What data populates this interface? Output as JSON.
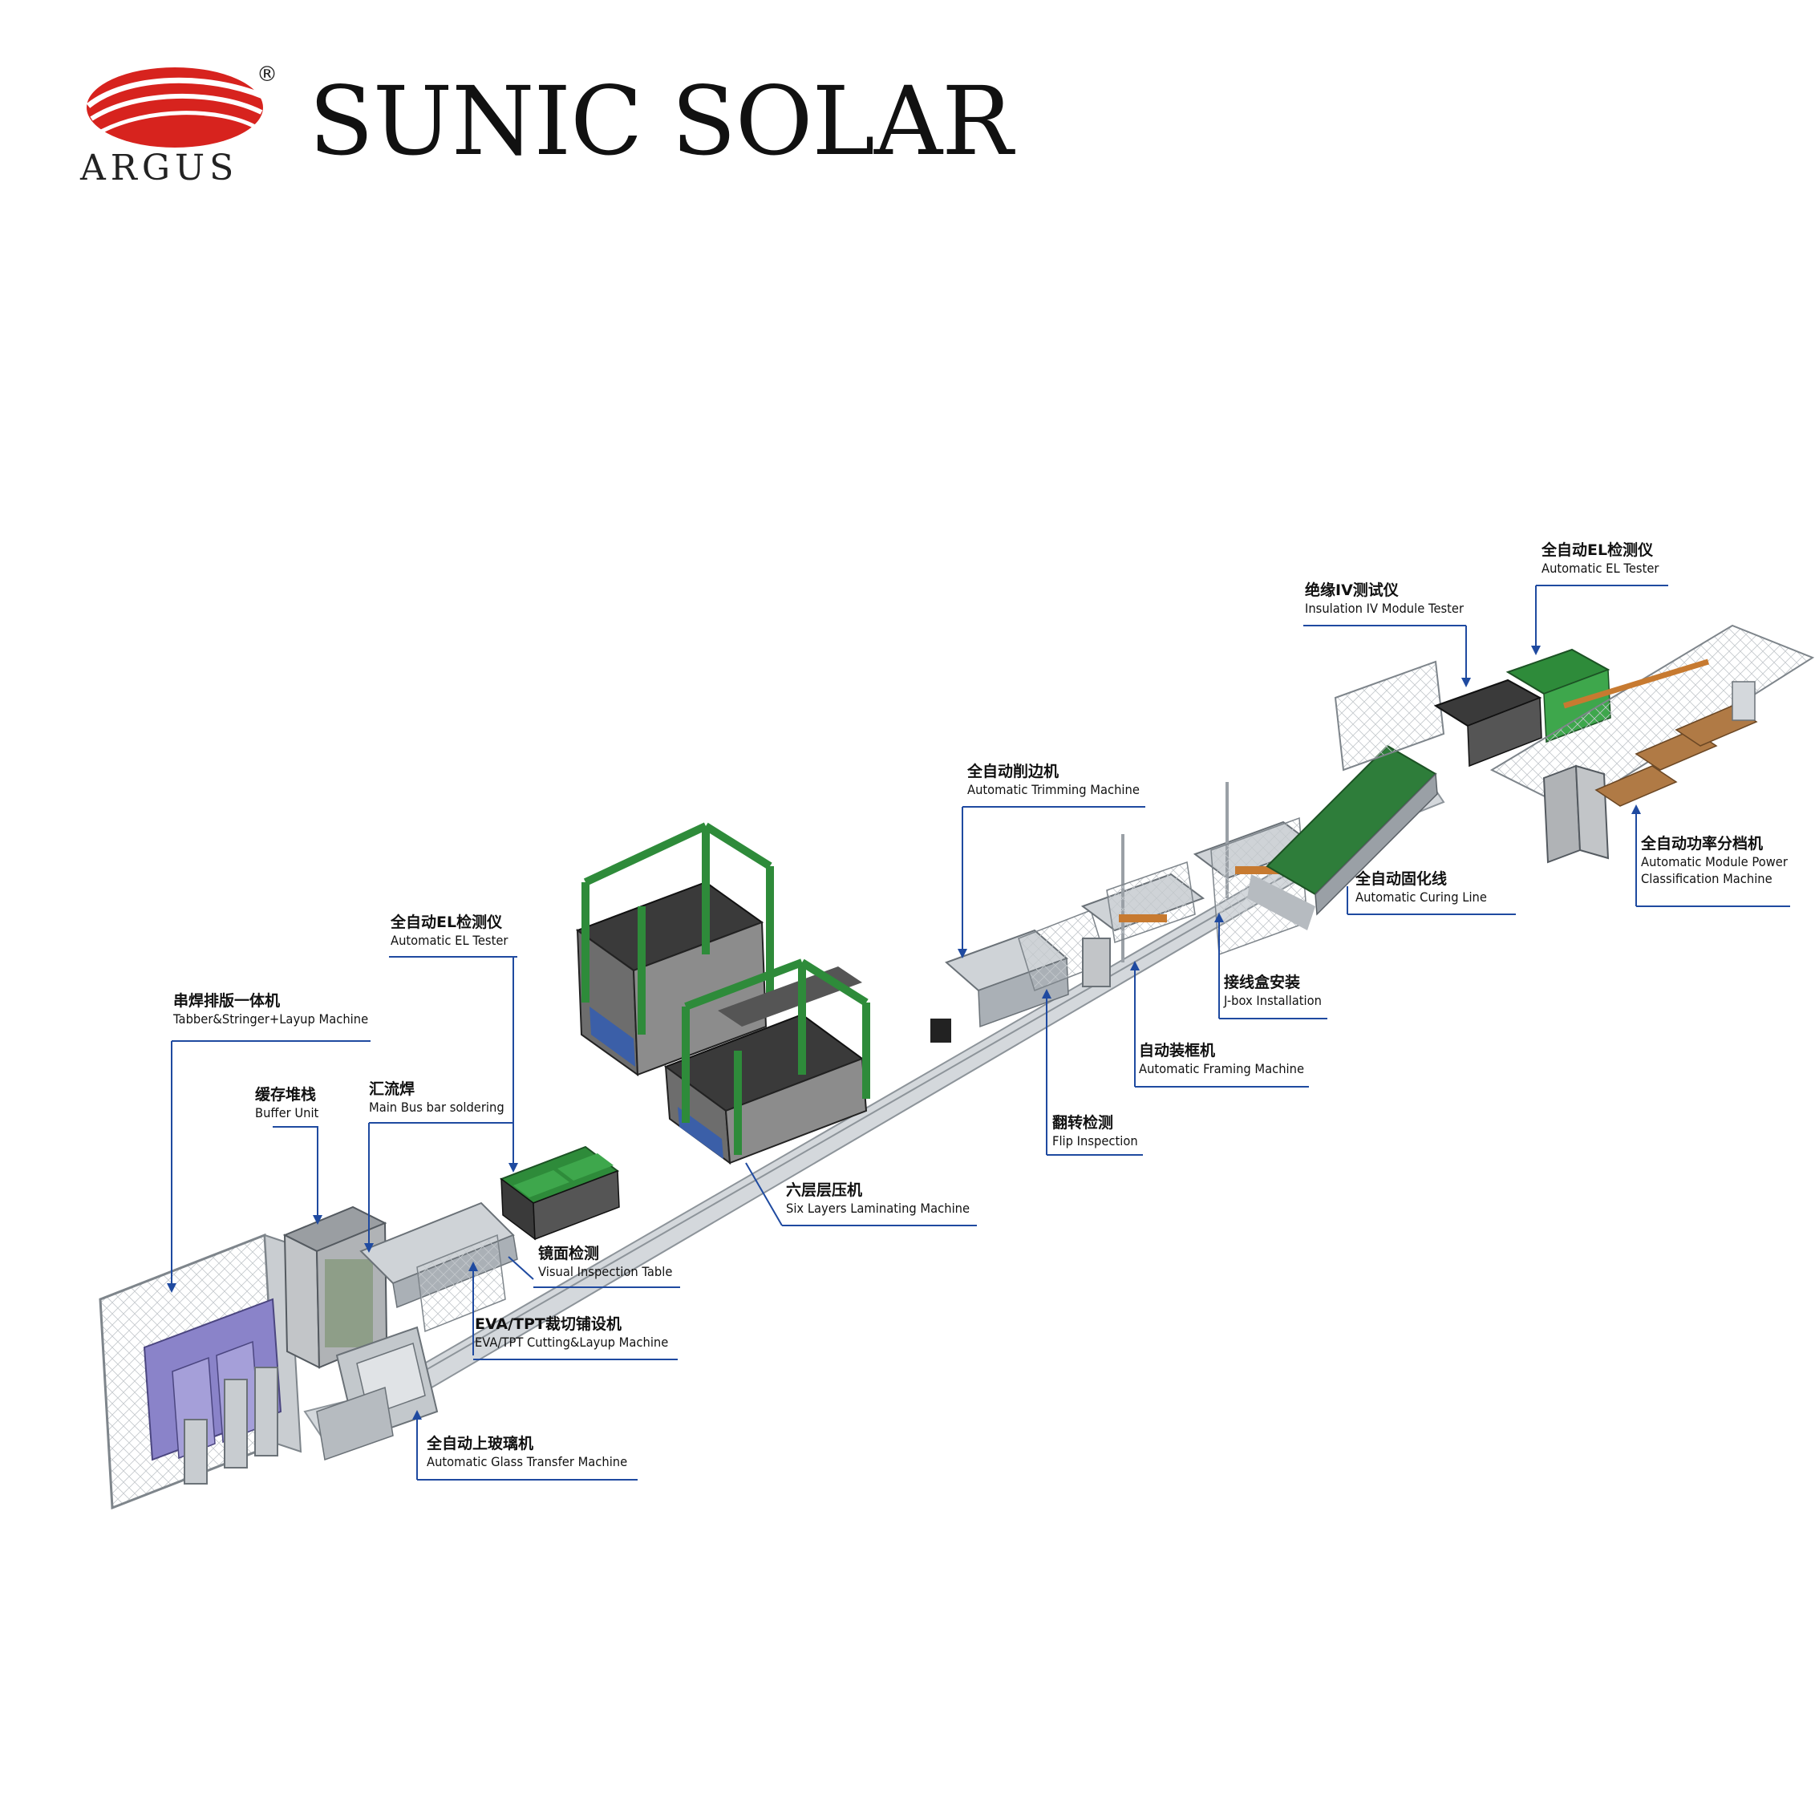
{
  "brand": {
    "title": "SUNIC SOLAR",
    "logo_text": "ARGUS",
    "registered_mark": "®",
    "logo_colors": {
      "primary": "#d7231e",
      "text": "#222222"
    }
  },
  "colors": {
    "leader_line": "#1f4aa0",
    "frame_green": "#2e8b3a",
    "machine_grey": "#8c8c8c",
    "machine_dark": "#3a3a3a",
    "conveyor": "#b9bec4",
    "panel_blue": "#3b5fa8",
    "panel_purple": "#8a83c9",
    "pallet_wood": "#b07a45",
    "fence": "#9aa0a6"
  },
  "stations": [
    {
      "id": "tabber",
      "cn": "串焊排版一体机",
      "en": "Tabber&Stringer+Layup Machine"
    },
    {
      "id": "buffer",
      "cn": "缓存堆栈",
      "en": "Buffer Unit"
    },
    {
      "id": "busbar",
      "cn": "汇流焊",
      "en": "Main Bus bar soldering"
    },
    {
      "id": "el1",
      "cn": "全自动EL检测仪",
      "en": "Automatic EL Tester"
    },
    {
      "id": "visual",
      "cn": "镜面检测",
      "en": "Visual Inspection Table"
    },
    {
      "id": "eva",
      "cn": "EVA/TPT裁切铺设机",
      "en": "EVA/TPT Cutting&Layup Machine"
    },
    {
      "id": "glass",
      "cn": "全自动上玻璃机",
      "en": "Automatic Glass Transfer Machine"
    },
    {
      "id": "laminator",
      "cn": "六层层压机",
      "en": "Six Layers Laminating Machine"
    },
    {
      "id": "trimming",
      "cn": "全自动削边机",
      "en": "Automatic Trimming Machine"
    },
    {
      "id": "flip",
      "cn": "翻转检测",
      "en": "Flip Inspection"
    },
    {
      "id": "framing",
      "cn": "自动装框机",
      "en": "Automatic Framing Machine"
    },
    {
      "id": "jbox",
      "cn": "接线盒安装",
      "en": "J-box Installation"
    },
    {
      "id": "curing",
      "cn": "全自动固化线",
      "en": "Automatic Curing Line"
    },
    {
      "id": "iv",
      "cn": "绝缘IV测试仪",
      "en": "Insulation IV Module Tester"
    },
    {
      "id": "el2",
      "cn": "全自动EL检测仪",
      "en": "Automatic EL Tester"
    },
    {
      "id": "power",
      "cn": "全自动功率分档机",
      "en": "Automatic Module Power",
      "en2": "Classification Machine"
    }
  ]
}
